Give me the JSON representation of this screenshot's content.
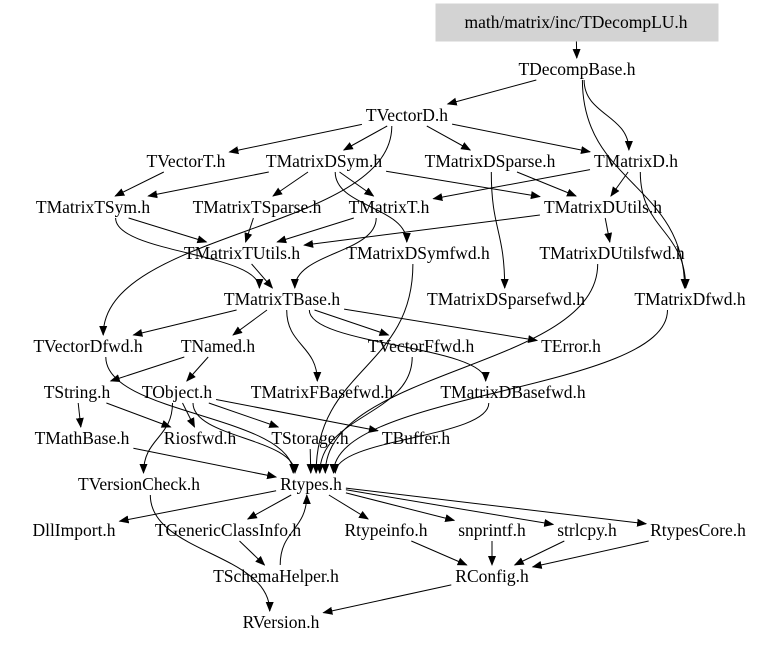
{
  "title": "math/matrix/inc/TDecompLU.h",
  "root": "math/matrix/inc/TDecompLU.h",
  "nodes": [
    {
      "id": "root",
      "label": "math/matrix/inc/TDecompLU.h"
    },
    {
      "id": "TDecompBase",
      "label": "TDecompBase.h"
    },
    {
      "id": "TVectorD",
      "label": "TVectorD.h"
    },
    {
      "id": "TVectorT",
      "label": "TVectorT.h"
    },
    {
      "id": "TMatrixDSym",
      "label": "TMatrixDSym.h"
    },
    {
      "id": "TMatrixDSparse",
      "label": "TMatrixDSparse.h"
    },
    {
      "id": "TMatrixD",
      "label": "TMatrixD.h"
    },
    {
      "id": "TMatrixTSym",
      "label": "TMatrixTSym.h"
    },
    {
      "id": "TMatrixTSparse",
      "label": "TMatrixTSparse.h"
    },
    {
      "id": "TMatrixT",
      "label": "TMatrixT.h"
    },
    {
      "id": "TMatrixDUtils",
      "label": "TMatrixDUtils.h"
    },
    {
      "id": "TMatrixTUtils",
      "label": "TMatrixTUtils.h"
    },
    {
      "id": "TMatrixDSymfwd",
      "label": "TMatrixDSymfwd.h"
    },
    {
      "id": "TMatrixDUtilsfwd",
      "label": "TMatrixDUtilsfwd.h"
    },
    {
      "id": "TMatrixTBase",
      "label": "TMatrixTBase.h"
    },
    {
      "id": "TMatrixDSparsefwd",
      "label": "TMatrixDSparsefwd.h"
    },
    {
      "id": "TMatrixDfwd",
      "label": "TMatrixDfwd.h"
    },
    {
      "id": "TVectorDfwd",
      "label": "TVectorDfwd.h"
    },
    {
      "id": "TNamed",
      "label": "TNamed.h"
    },
    {
      "id": "TVectorFfwd",
      "label": "TVectorFfwd.h"
    },
    {
      "id": "TError",
      "label": "TError.h"
    },
    {
      "id": "TString",
      "label": "TString.h"
    },
    {
      "id": "TObject",
      "label": "TObject.h"
    },
    {
      "id": "TMatrixFBasefwd",
      "label": "TMatrixFBasefwd.h"
    },
    {
      "id": "TMatrixDBasefwd",
      "label": "TMatrixDBasefwd.h"
    },
    {
      "id": "TMathBase",
      "label": "TMathBase.h"
    },
    {
      "id": "Riosfwd",
      "label": "Riosfwd.h"
    },
    {
      "id": "TStorage",
      "label": "TStorage.h"
    },
    {
      "id": "TBuffer",
      "label": "TBuffer.h"
    },
    {
      "id": "TVersionCheck",
      "label": "TVersionCheck.h"
    },
    {
      "id": "Rtypes",
      "label": "Rtypes.h"
    },
    {
      "id": "DllImport",
      "label": "DllImport.h"
    },
    {
      "id": "TGenericClassInfo",
      "label": "TGenericClassInfo.h"
    },
    {
      "id": "Rtypeinfo",
      "label": "Rtypeinfo.h"
    },
    {
      "id": "snprintf",
      "label": "snprintf.h"
    },
    {
      "id": "strlcpy",
      "label": "strlcpy.h"
    },
    {
      "id": "RtypesCore",
      "label": "RtypesCore.h"
    },
    {
      "id": "TSchemaHelper",
      "label": "TSchemaHelper.h"
    },
    {
      "id": "RConfig",
      "label": "RConfig.h"
    },
    {
      "id": "RVersion",
      "label": "RVersion.h"
    }
  ],
  "edges": [
    [
      "root",
      "TDecompBase"
    ],
    [
      "TDecompBase",
      "TVectorD"
    ],
    [
      "TDecompBase",
      "TMatrixD"
    ],
    [
      "TDecompBase",
      "TMatrixDfwd"
    ],
    [
      "TVectorD",
      "TVectorT"
    ],
    [
      "TVectorD",
      "TMatrixDSym"
    ],
    [
      "TVectorD",
      "TMatrixDSparse"
    ],
    [
      "TVectorD",
      "TMatrixD"
    ],
    [
      "TVectorD",
      "TVectorDfwd"
    ],
    [
      "TVectorT",
      "TMatrixTSym"
    ],
    [
      "TMatrixDSym",
      "TMatrixTSym"
    ],
    [
      "TMatrixDSym",
      "TMatrixTSparse"
    ],
    [
      "TMatrixDSym",
      "TMatrixT"
    ],
    [
      "TMatrixDSym",
      "TMatrixDUtils"
    ],
    [
      "TMatrixDSym",
      "TMatrixDSymfwd"
    ],
    [
      "TMatrixDSparse",
      "TMatrixDUtils"
    ],
    [
      "TMatrixDSparse",
      "TMatrixDSparsefwd"
    ],
    [
      "TMatrixD",
      "TMatrixT"
    ],
    [
      "TMatrixD",
      "TMatrixDUtils"
    ],
    [
      "TMatrixD",
      "TMatrixDfwd"
    ],
    [
      "TMatrixTSym",
      "TMatrixTUtils"
    ],
    [
      "TMatrixTSym",
      "TMatrixTBase"
    ],
    [
      "TMatrixTSparse",
      "TMatrixTUtils"
    ],
    [
      "TMatrixT",
      "TMatrixTUtils"
    ],
    [
      "TMatrixT",
      "TMatrixTBase"
    ],
    [
      "TMatrixDUtils",
      "TMatrixTUtils"
    ],
    [
      "TMatrixDUtils",
      "TMatrixDUtilsfwd"
    ],
    [
      "TMatrixTUtils",
      "TMatrixTBase"
    ],
    [
      "TMatrixTBase",
      "TVectorDfwd"
    ],
    [
      "TMatrixTBase",
      "TNamed"
    ],
    [
      "TMatrixTBase",
      "TVectorFfwd"
    ],
    [
      "TMatrixTBase",
      "TError"
    ],
    [
      "TMatrixTBase",
      "TMatrixFBasefwd"
    ],
    [
      "TMatrixTBase",
      "TMatrixDBasefwd"
    ],
    [
      "TMatrixDSymfwd",
      "Rtypes"
    ],
    [
      "TMatrixDUtilsfwd",
      "Rtypes"
    ],
    [
      "TMatrixDfwd",
      "Rtypes"
    ],
    [
      "TVectorFfwd",
      "Rtypes"
    ],
    [
      "TMatrixDBasefwd",
      "Rtypes"
    ],
    [
      "TVectorDfwd",
      "Rtypes"
    ],
    [
      "TNamed",
      "TString"
    ],
    [
      "TNamed",
      "TObject"
    ],
    [
      "TString",
      "TMathBase"
    ],
    [
      "TString",
      "Riosfwd"
    ],
    [
      "TObject",
      "Riosfwd"
    ],
    [
      "TObject",
      "TStorage"
    ],
    [
      "TObject",
      "TBuffer"
    ],
    [
      "TObject",
      "TVersionCheck"
    ],
    [
      "TObject",
      "Rtypes"
    ],
    [
      "TMathBase",
      "Rtypes"
    ],
    [
      "TStorage",
      "Rtypes"
    ],
    [
      "TVersionCheck",
      "RVersion"
    ],
    [
      "Rtypes",
      "DllImport"
    ],
    [
      "Rtypes",
      "TGenericClassInfo"
    ],
    [
      "Rtypes",
      "Rtypeinfo"
    ],
    [
      "Rtypes",
      "snprintf"
    ],
    [
      "Rtypes",
      "strlcpy"
    ],
    [
      "Rtypes",
      "RtypesCore"
    ],
    [
      "TGenericClassInfo",
      "TSchemaHelper"
    ],
    [
      "TSchemaHelper",
      "Rtypes"
    ],
    [
      "Rtypeinfo",
      "RConfig"
    ],
    [
      "snprintf",
      "RConfig"
    ],
    [
      "strlcpy",
      "RConfig"
    ],
    [
      "RtypesCore",
      "RConfig"
    ],
    [
      "RConfig",
      "RVersion"
    ]
  ]
}
